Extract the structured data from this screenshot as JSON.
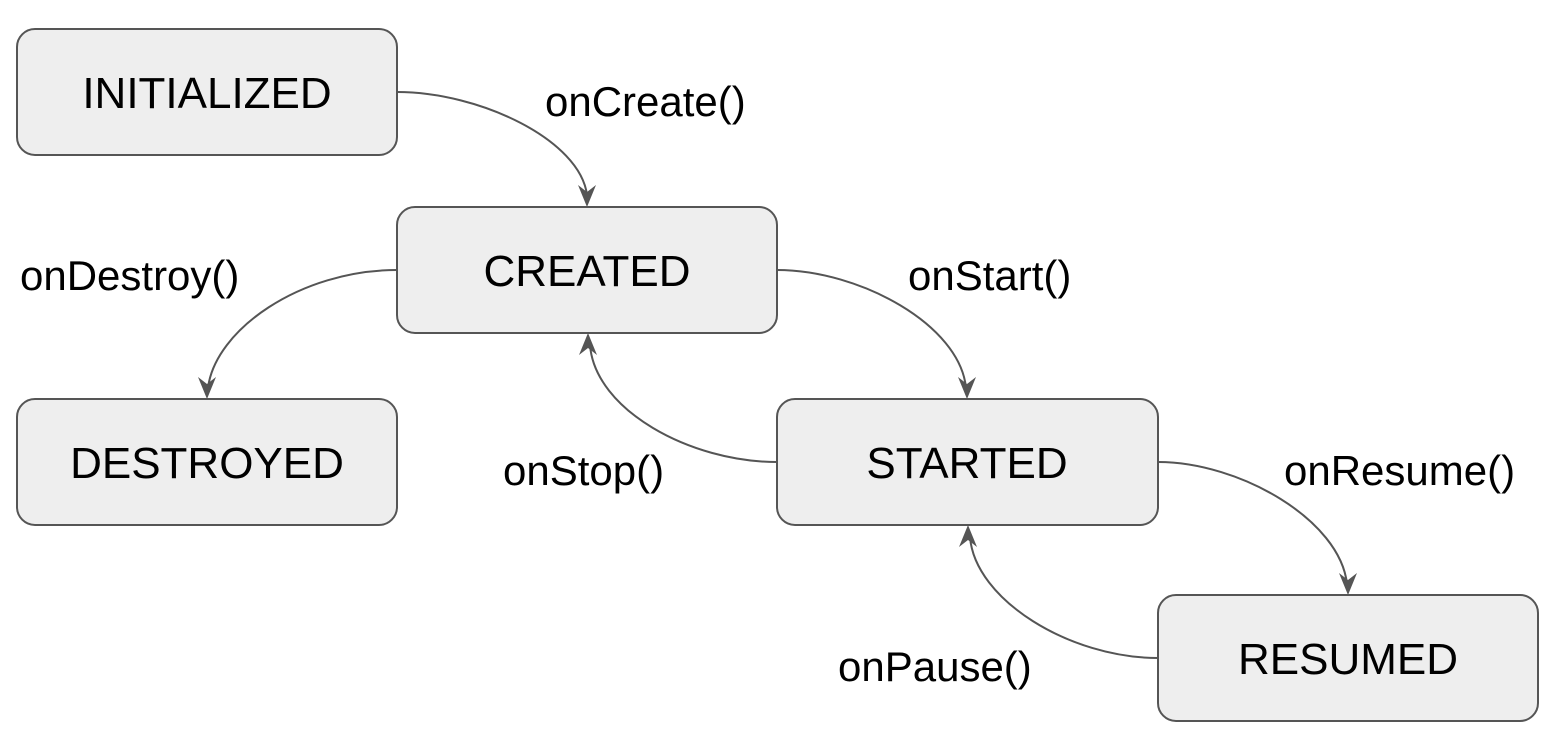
{
  "colors": {
    "state_fill": "#eeeeee",
    "state_stroke": "#555555",
    "edge_stroke": "#555555",
    "text": "#000000"
  },
  "states": [
    {
      "id": "initialized",
      "label": "INITIALIZED"
    },
    {
      "id": "created",
      "label": "CREATED"
    },
    {
      "id": "destroyed",
      "label": "DESTROYED"
    },
    {
      "id": "started",
      "label": "STARTED"
    },
    {
      "id": "resumed",
      "label": "RESUMED"
    }
  ],
  "transitions": [
    {
      "from": "initialized",
      "to": "created",
      "label": "onCreate()"
    },
    {
      "from": "created",
      "to": "destroyed",
      "label": "onDestroy()"
    },
    {
      "from": "created",
      "to": "started",
      "label": "onStart()"
    },
    {
      "from": "started",
      "to": "created",
      "label": "onStop()"
    },
    {
      "from": "started",
      "to": "resumed",
      "label": "onResume()"
    },
    {
      "from": "resumed",
      "to": "started",
      "label": "onPause()"
    }
  ]
}
